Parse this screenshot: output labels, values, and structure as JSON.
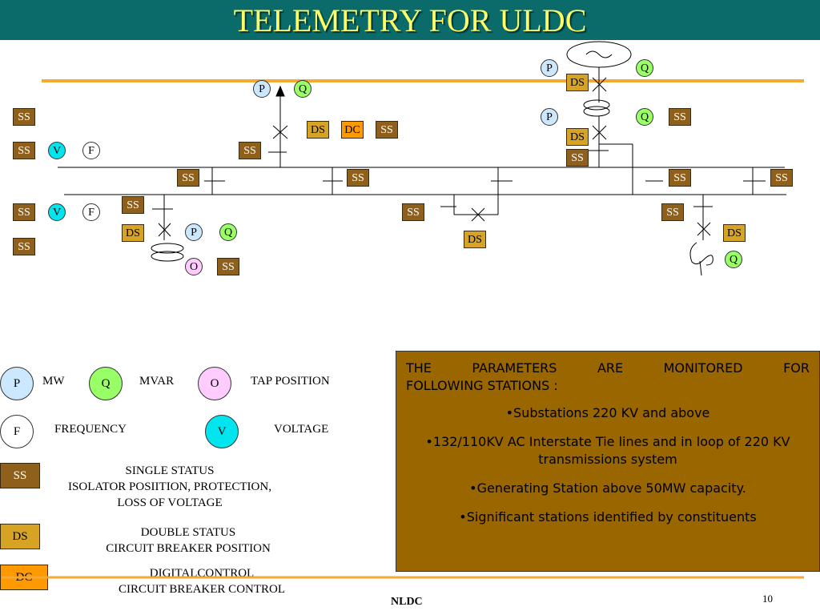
{
  "slide": {
    "title": "TELEMETRY FOR ULDC",
    "footer_center": "NLDC",
    "page_number": "10"
  },
  "diagram": {
    "labels": {
      "ss": "SS",
      "ds": "DS",
      "dc": "DC",
      "p": "P",
      "q": "Q",
      "o": "O",
      "f": "F",
      "v": "V"
    }
  },
  "legend": {
    "p": {
      "symbol": "P",
      "text": "MW"
    },
    "q": {
      "symbol": "Q",
      "text": "MVAR"
    },
    "o": {
      "symbol": "O",
      "text": "TAP POSITION"
    },
    "f": {
      "symbol": "F",
      "text": "FREQUENCY"
    },
    "v": {
      "symbol": "V",
      "text": "VOLTAGE"
    },
    "ss": {
      "symbol": "SS",
      "line1": "SINGLE STATUS",
      "line2": "ISOLATOR POSIITION, PROTECTION,",
      "line3": "LOSS OF VOLTAGE"
    },
    "ds": {
      "symbol": "DS",
      "line1": "DOUBLE STATUS",
      "line2": "CIRCUIT BREAKER POSITION"
    },
    "dc": {
      "symbol": "DC",
      "line1": "DIGITALCONTROL",
      "line2": "CIRCUIT BREAKER CONTROL"
    }
  },
  "info": {
    "heading_line1": "THE PARAMETERS ARE MONITORED FOR",
    "heading_line2": "FOLLOWING STATIONS :",
    "items": [
      "•Substations 220 KV and above",
      "•132/110KV AC Interstate Tie lines and in loop of 220 KV transmissions system",
      "•Generating Station above 50MW capacity.",
      "•Significant stations identified by constituents"
    ]
  },
  "colors": {
    "header_bg": "#0b6a6a",
    "title_text": "#ffff66",
    "line_orange": "#f4a933",
    "ss_fill": "#8f5f1c",
    "ds_fill": "#d6a324",
    "dc_fill": "#ff9900",
    "p_fill": "#cce8ff",
    "q_fill": "#99ff66",
    "o_fill": "#ffccff",
    "v_fill": "#00e5ee",
    "info_bg": "#996600"
  }
}
